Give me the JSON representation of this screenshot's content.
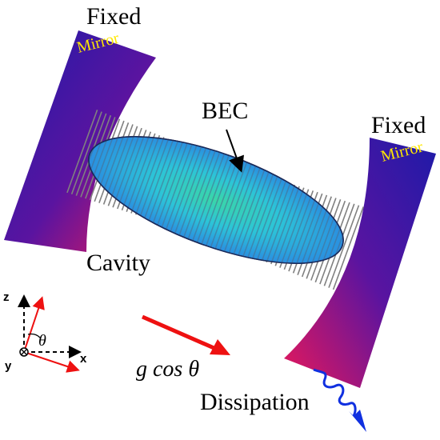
{
  "labels": {
    "fixed_left": "Fixed",
    "mirror_left": "Mirror",
    "fixed_right": "Fixed",
    "mirror_right": "Mirror",
    "bec": "BEC",
    "cavity": "Cavity",
    "force": "g cos θ",
    "dissipation": "Dissipation",
    "axis_z": "z",
    "axis_x": "x",
    "axis_y": "y",
    "angle": "θ"
  },
  "colors": {
    "mirror_top": "#e8185a",
    "mirror_mid": "#5a0fa0",
    "mirror_bottom": "#1a1aa8",
    "mirror_label": "#ffe800",
    "bec_center": "#2fd3b4",
    "bec_edge": "#2b8ee0",
    "fringe": "#7a7a7a",
    "force_arrow": "#ee1111",
    "dissipation_arrow": "#1030e0",
    "text": "#000000"
  }
}
